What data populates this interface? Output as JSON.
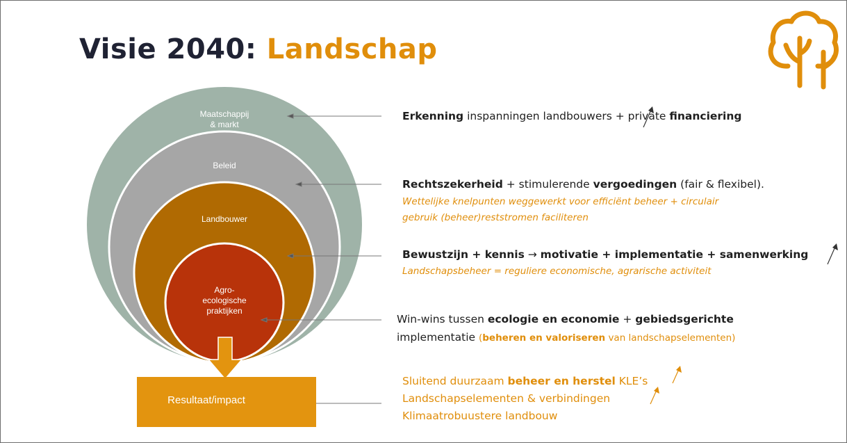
{
  "title": {
    "part1": "Visie 2040: ",
    "part2": "Landschap"
  },
  "circles": {
    "outer": "Maatschappij\n& markt",
    "second": "Beleid",
    "third": "Landbouwer",
    "inner": "Agro-\necologische\npraktijken"
  },
  "result_label": "Resultaat/impact",
  "rows": {
    "r1": {
      "b1": "Erkenning",
      "t1": " inspanningen landbouwers + private ",
      "b2": "financiering"
    },
    "r2": {
      "b1": "Rechtszekerheid",
      "t1": " + stimulerende ",
      "b2": "vergoedingen",
      "t2": " (fair & flexibel).",
      "i1": "Wettelijke knelpunten weggewerkt voor efficiënt beheer + circulair",
      "i2": "gebruik (beheer)reststromen faciliteren"
    },
    "r3": {
      "b1": "Bewustzijn + kennis",
      "arrow": "→",
      "b2": "motivatie + implementatie + samenwerking",
      "i1": "Landschapsbeheer = reguliere economische, agrarische activiteit"
    },
    "r4": {
      "t1": "Win-wins tussen ",
      "b1": "ecologie en economie",
      "t2": " + ",
      "b2": "gebiedsgerichte",
      "t3": "implementatie ",
      "o1": "(",
      "ob": "beheren en valoriseren",
      "o2": " van landschapselementen)"
    },
    "r5": {
      "l1a": "Sluitend duurzaam ",
      "l1b": "beheer en herstel",
      "l1c": " KLE’s",
      "l2": "Landschapselementen & verbindingen",
      "l3": "Klimaatrobuustere landbouw"
    }
  },
  "colors": {
    "outer": "#9fb3a8",
    "second": "#a6a6a6",
    "third": "#b06a02",
    "inner": "#b8330a",
    "accent": "#e08e0b",
    "box": "#e3940f"
  },
  "icons": [
    "tree-icon",
    "trend-up-arrow-icon",
    "down-arrow-icon"
  ]
}
